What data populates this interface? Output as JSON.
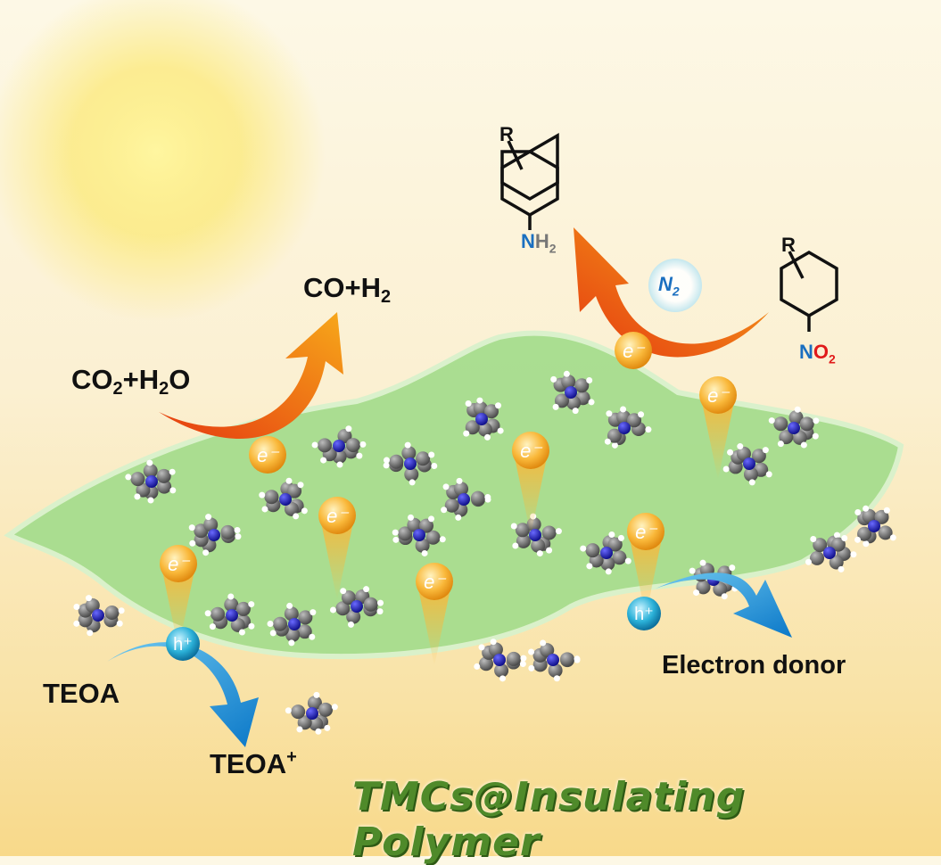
{
  "labels": {
    "co_h2": {
      "main": "CO+H",
      "sub": "2"
    },
    "co2_h2o": {
      "a": "CO",
      "a_sub": "2",
      "b": "+H",
      "b_sub": "2",
      "c": "O"
    },
    "teoa": "TEOA",
    "teoa_plus": {
      "main": "TEOA",
      "sup": "+"
    },
    "electron_donor": "Electron donor",
    "title": "TMCs@Insulating Polymer"
  },
  "molecules": {
    "product": {
      "r": "R",
      "n": "N",
      "h": "H",
      "sub": "2"
    },
    "reactant": {
      "r": "R",
      "n": "N",
      "o": "O",
      "sub": "2"
    },
    "gas": {
      "n": "N",
      "sub": "2"
    }
  },
  "particles": {
    "electron": "e⁻",
    "hole": "h⁺"
  },
  "colors": {
    "nitrogen": "#1a6fc0",
    "oxygen": "#e01b1b",
    "sheet": "#a6dd8e",
    "title": "#4f8a2a",
    "arrow_orange": "#f39a12",
    "arrow_blue": "#1c8ed6"
  }
}
